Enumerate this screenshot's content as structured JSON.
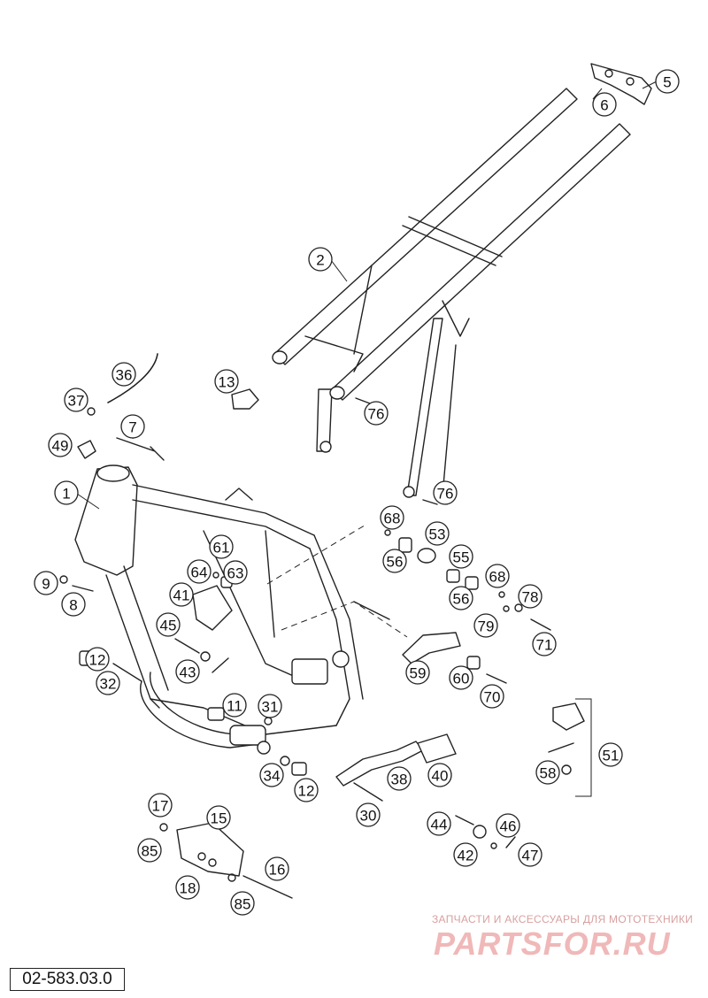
{
  "drawing_number": "02-583.03.0",
  "watermark": {
    "line1": "ЗАПЧАСТИ И АКСЕССУАРЫ ДЛЯ МОТОТЕХНИКИ",
    "line2": "PARTSFOR.RU"
  },
  "callouts": [
    {
      "label": "1"
    },
    {
      "label": "2"
    },
    {
      "label": "5"
    },
    {
      "label": "6"
    },
    {
      "label": "7"
    },
    {
      "label": "8"
    },
    {
      "label": "9"
    },
    {
      "label": "11"
    },
    {
      "label": "12"
    },
    {
      "label": "12"
    },
    {
      "label": "13"
    },
    {
      "label": "15"
    },
    {
      "label": "16"
    },
    {
      "label": "17"
    },
    {
      "label": "18"
    },
    {
      "label": "30"
    },
    {
      "label": "31"
    },
    {
      "label": "32"
    },
    {
      "label": "34"
    },
    {
      "label": "36"
    },
    {
      "label": "37"
    },
    {
      "label": "38"
    },
    {
      "label": "40"
    },
    {
      "label": "41"
    },
    {
      "label": "42"
    },
    {
      "label": "43"
    },
    {
      "label": "44"
    },
    {
      "label": "45"
    },
    {
      "label": "46"
    },
    {
      "label": "47"
    },
    {
      "label": "49"
    },
    {
      "label": "51"
    },
    {
      "label": "53"
    },
    {
      "label": "55"
    },
    {
      "label": "56"
    },
    {
      "label": "56"
    },
    {
      "label": "58"
    },
    {
      "label": "59"
    },
    {
      "label": "60"
    },
    {
      "label": "61"
    },
    {
      "label": "63"
    },
    {
      "label": "64"
    },
    {
      "label": "68"
    },
    {
      "label": "68"
    },
    {
      "label": "70"
    },
    {
      "label": "71"
    },
    {
      "label": "76"
    },
    {
      "label": "76"
    },
    {
      "label": "78"
    },
    {
      "label": "79"
    },
    {
      "label": "85"
    },
    {
      "label": "85"
    }
  ]
}
